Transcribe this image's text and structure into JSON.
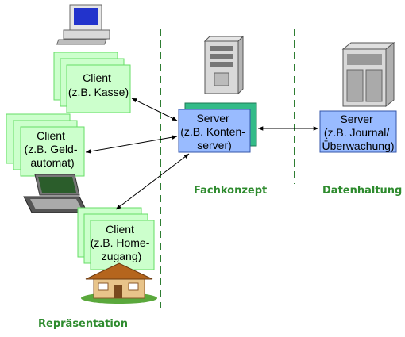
{
  "clients": [
    {
      "lines": [
        "Client",
        "(z.B. Kasse)"
      ]
    },
    {
      "lines": [
        "Client",
        "(z.B. Geld-",
        "automat)"
      ]
    },
    {
      "lines": [
        "Client",
        "(z.B. Home-",
        "zugang)"
      ]
    }
  ],
  "app_server": {
    "lines": [
      "Server",
      "(z.B. Konten-",
      "server)"
    ]
  },
  "data_server": {
    "lines": [
      "Server",
      "(z.B. Journal/",
      "Überwachung)"
    ]
  },
  "tiers": {
    "presentation": "Repräsentation",
    "business": "Fachkonzept",
    "data": "Datenhaltung"
  },
  "icons": [
    "desktop-computer-icon",
    "laptop-icon",
    "house-icon",
    "tower-server-icon",
    "rack-server-icon"
  ],
  "colors": {
    "client_fill": "#ccffcc",
    "client_border": "#66dd66",
    "server_fill": "#99bbff",
    "server_shadow": "#33bb88",
    "divider": "#2e7d32",
    "label": "#2e8b2e"
  }
}
